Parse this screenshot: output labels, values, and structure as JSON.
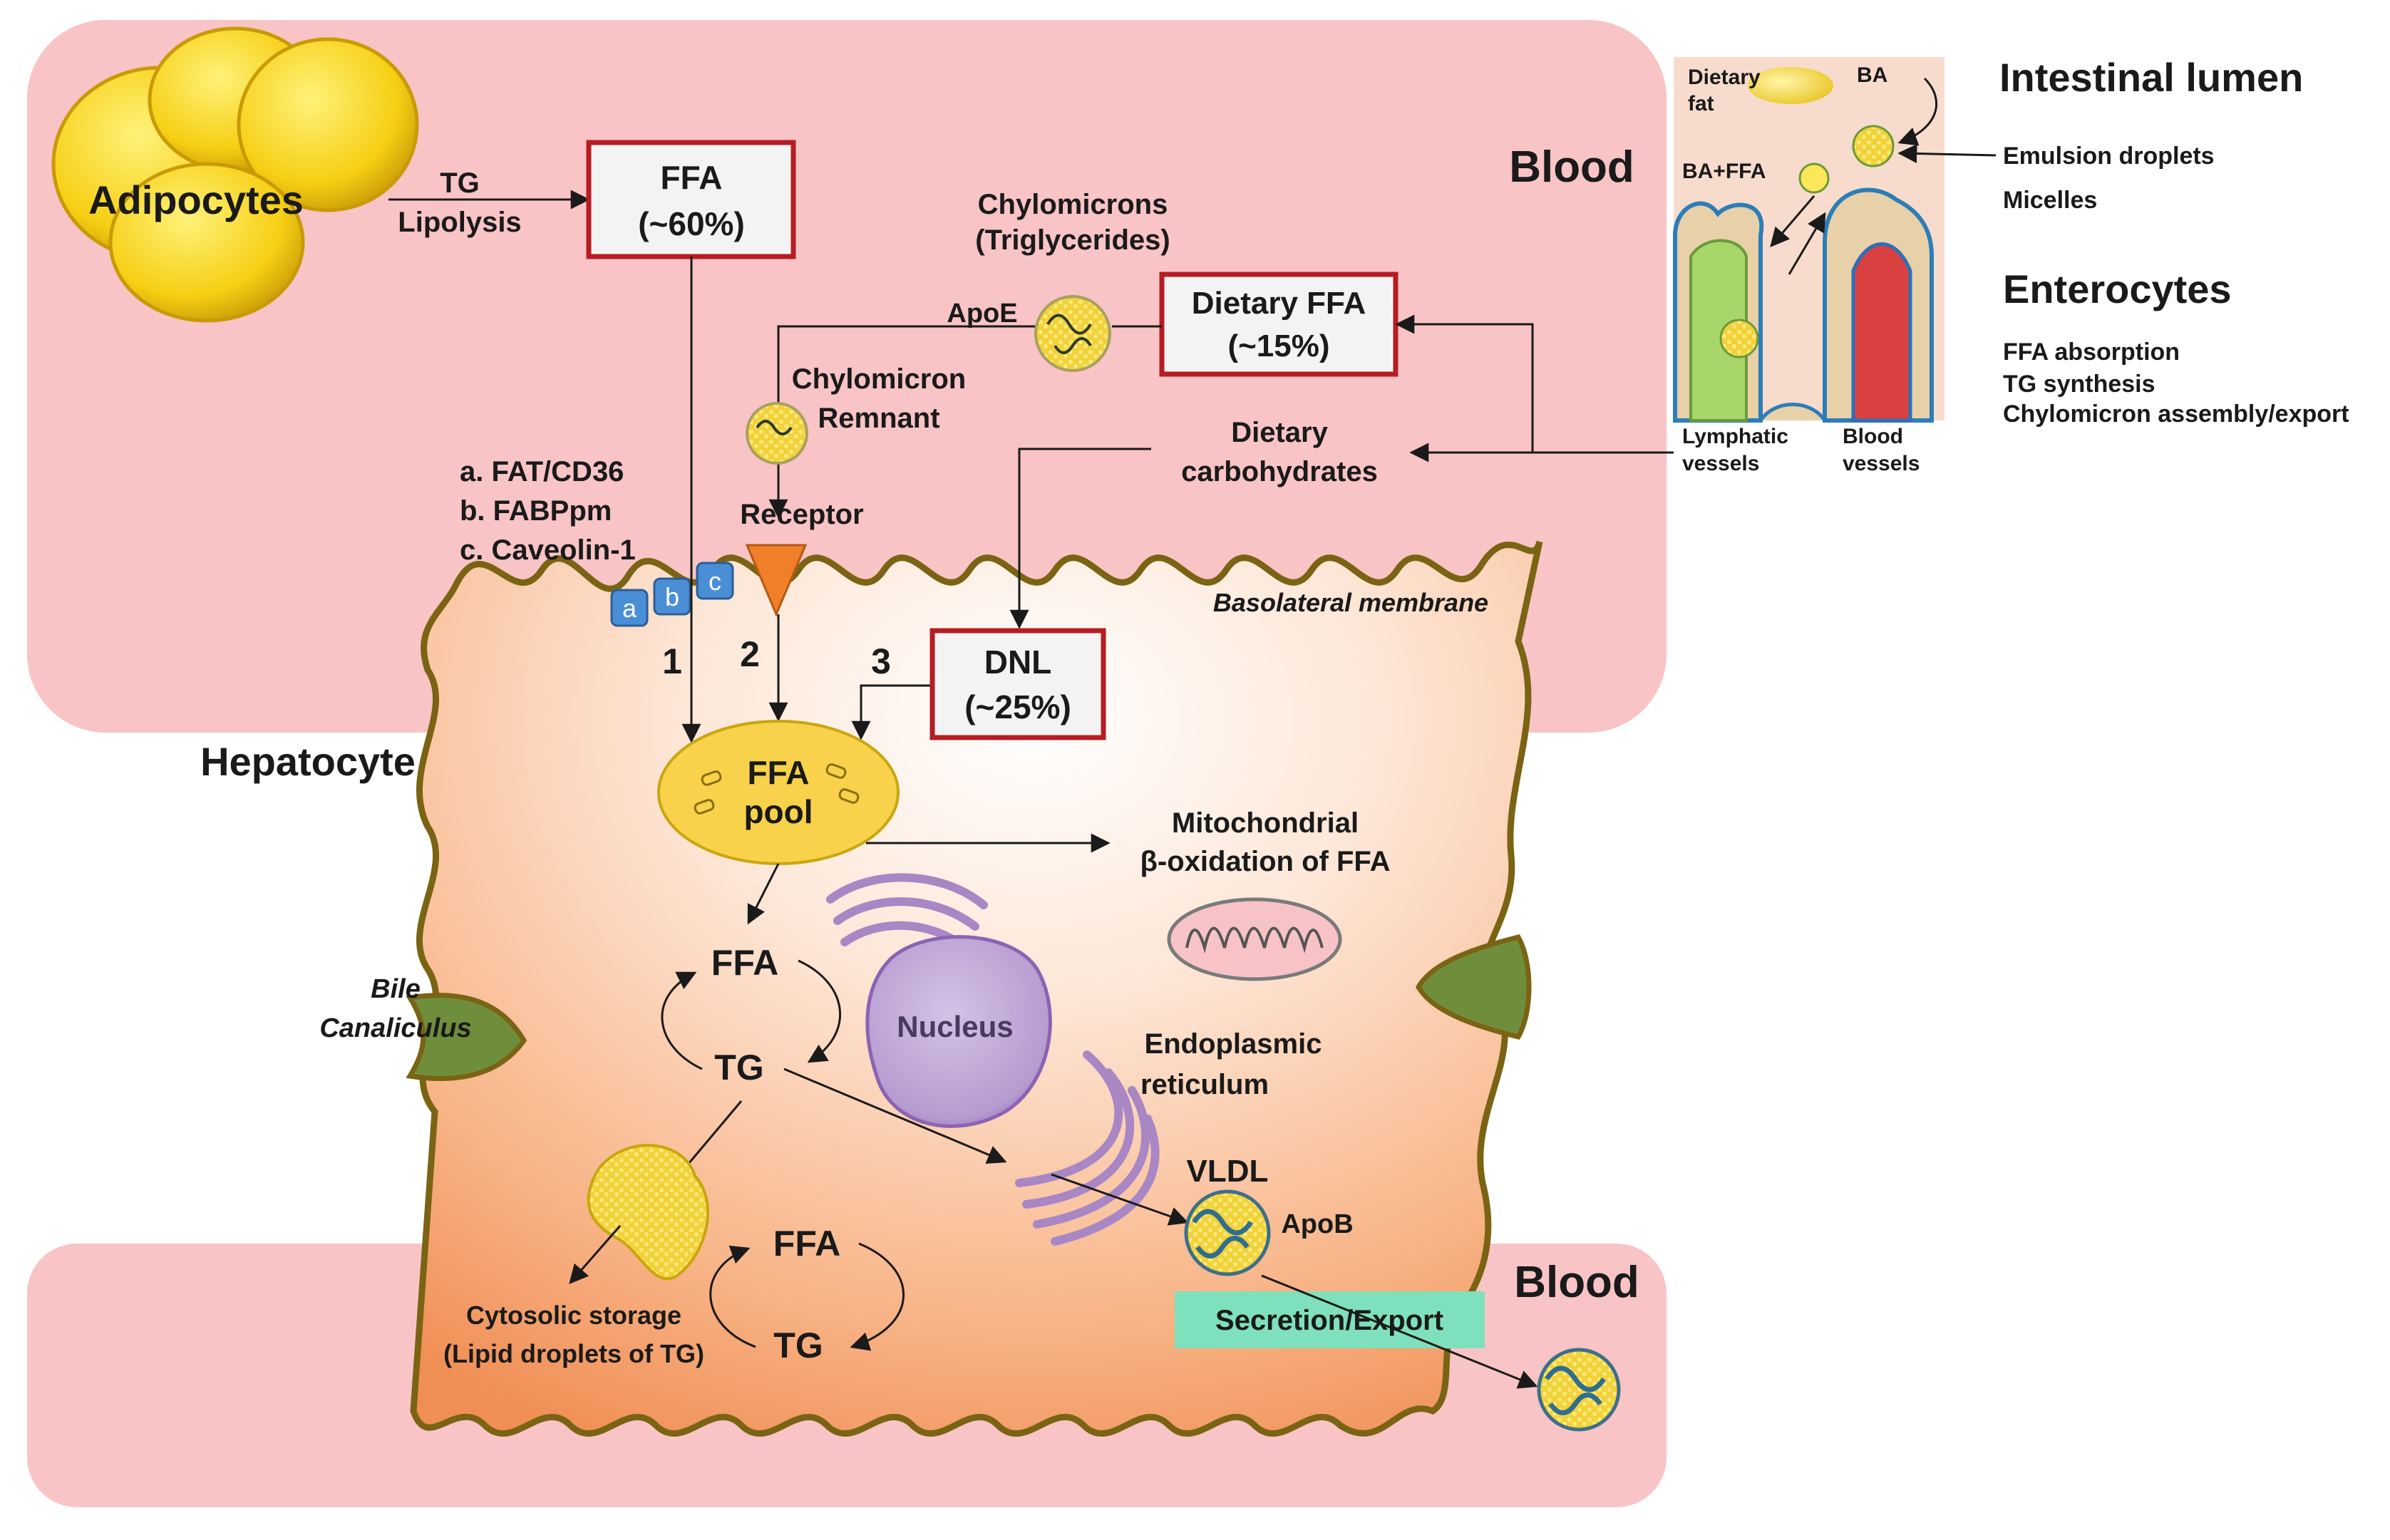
{
  "labels": {
    "adipocytes": "Adipocytes",
    "tg": "TG",
    "lipolysis": "Lipolysis",
    "ffa_box_1": "FFA",
    "ffa_box_2": "(~60%)",
    "blood_top": "Blood",
    "chylomicrons_1": "Chylomicrons",
    "chylomicrons_2": "(Triglycerides)",
    "apoe": "ApoE",
    "dietary_ffa_1": "Dietary FFA",
    "dietary_ffa_2": "(~15%)",
    "chylo_remnant_1": "Chylomicron",
    "chylo_remnant_2": "Remnant",
    "dietary_carbs_1": "Dietary",
    "dietary_carbs_2": "carbohydrates",
    "transporter_a": "a. FAT/CD36",
    "transporter_b": "b. FABPpm",
    "transporter_c": "c. Caveolin-1",
    "receptor": "Receptor",
    "chip_a": "a",
    "chip_b": "b",
    "chip_c": "c",
    "basolateral": "Basolateral membrane",
    "path_1": "1",
    "path_2": "2",
    "path_3": "3",
    "dnl_1": "DNL",
    "dnl_2": "(~25%)",
    "hepatocyte": "Hepatocyte",
    "ffa_pool_1": "FFA",
    "ffa_pool_2": "pool",
    "mito_1": "Mitochondrial",
    "mito_2": "β-oxidation of FFA",
    "cycle_ffa": "FFA",
    "cycle_tg": "TG",
    "nucleus": "Nucleus",
    "bile_1": "Bile",
    "bile_2": "Canaliculus",
    "er_1": "Endoplasmic",
    "er_2": "reticulum",
    "vldl": "VLDL",
    "apob": "ApoB",
    "blood_bottom": "Blood",
    "secretion": "Secretion/Export",
    "storage_ffa": "FFA",
    "storage_tg": "TG",
    "cytosolic_1": "Cytosolic storage",
    "cytosolic_2": "(Lipid droplets of TG)"
  },
  "inset": {
    "dietary_fat_1": "Dietary",
    "dietary_fat_2": "fat",
    "ba": "BA",
    "ba_ffa": "BA+FFA",
    "lymphatic_1": "Lymphatic",
    "lymphatic_2": "vessels",
    "blood_vessels_1": "Blood",
    "blood_vessels_2": "vessels"
  },
  "right_panel": {
    "intestinal_lumen": "Intestinal lumen",
    "emulsion": "Emulsion droplets",
    "micelles": "Micelles",
    "enterocytes": "Enterocytes",
    "ffa_absorption": "FFA absorption",
    "tg_synthesis": "TG synthesis",
    "chylo_assembly": "Chylomicron assembly/export"
  },
  "colors": {
    "blood_pink": "#f9c4c6",
    "cell_fill": "#f6a576",
    "membrane": "#7a6414",
    "box_border": "#b51d22",
    "chip_blue": "#4a8ed6",
    "receptor_orange": "#f07f2a",
    "pool_yellow": "#f7d24a",
    "organelle_purple": "#a887c4",
    "secretion_teal": "#7fe0bd"
  }
}
